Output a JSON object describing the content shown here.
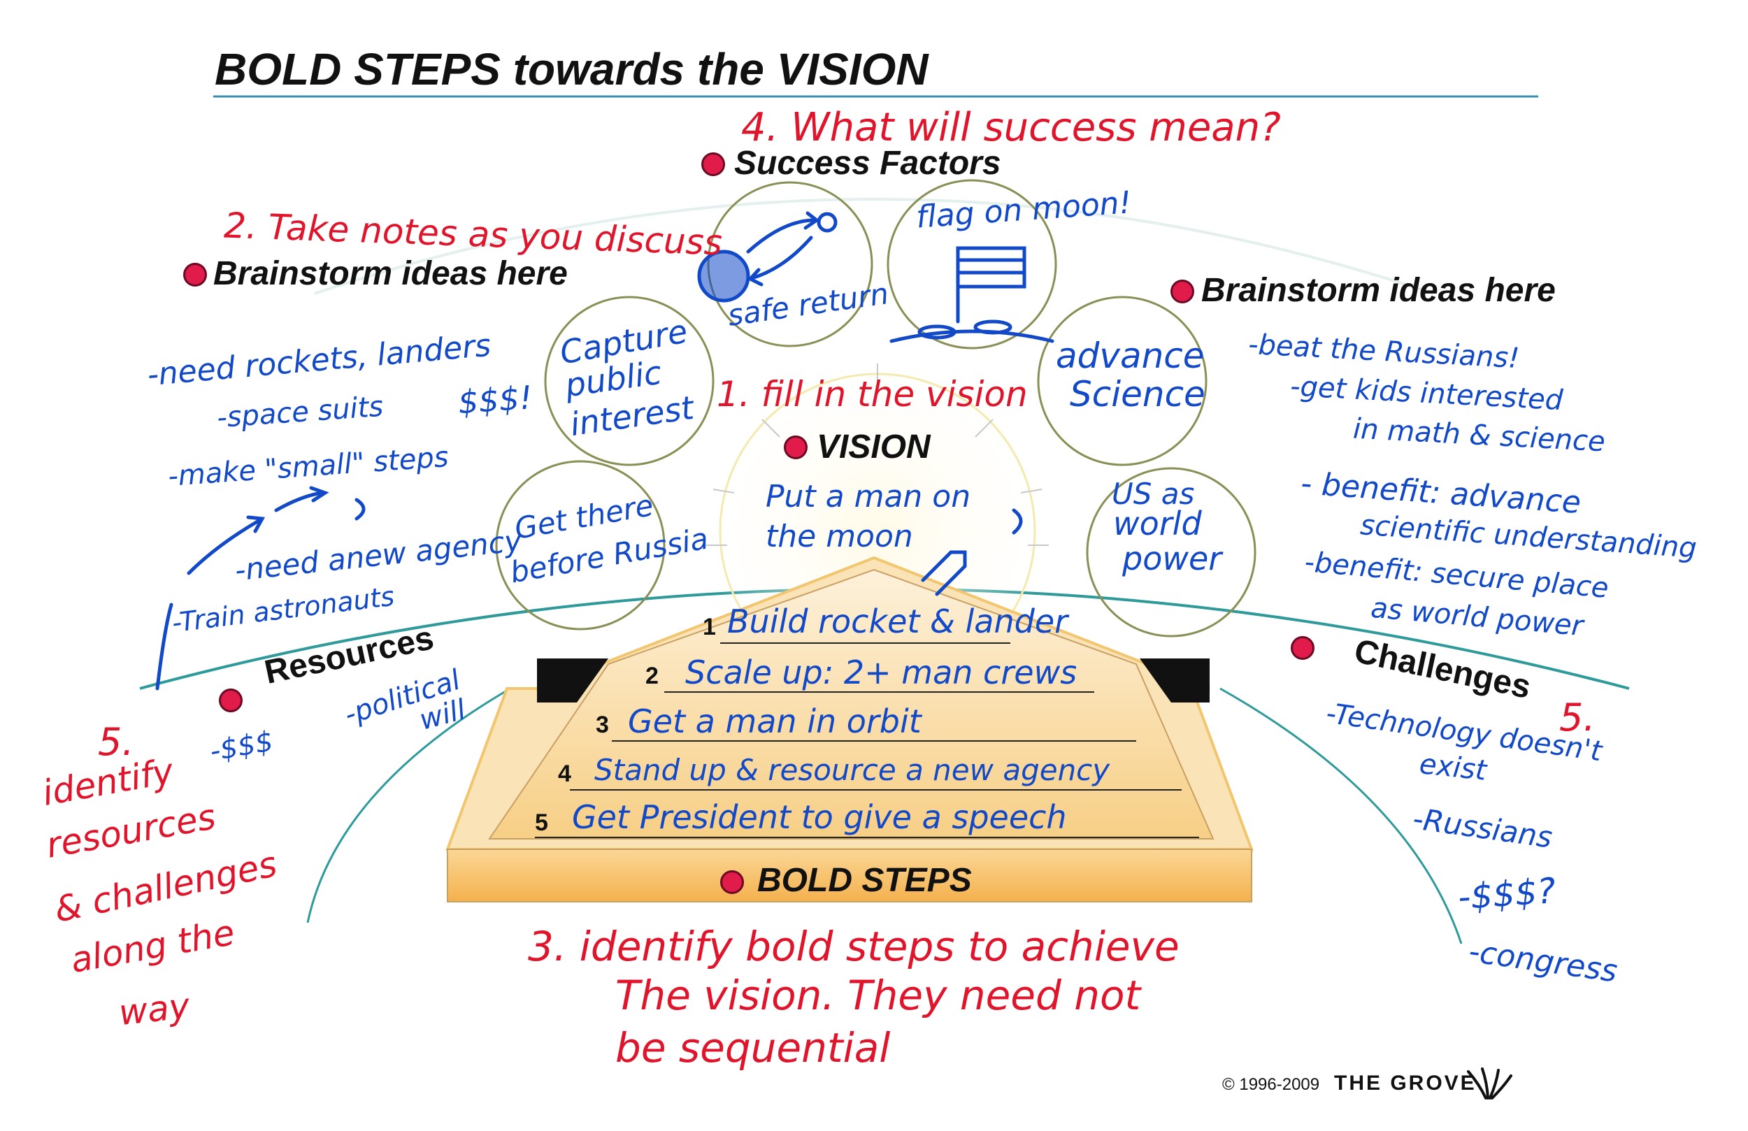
{
  "title": "BOLD STEPS towards the VISION",
  "instructions": {
    "step4": "4. What will success mean?",
    "step2": "2. Take notes as you discuss",
    "step1": "1. fill in the vision",
    "step3_line1": "3. identify bold steps to achieve",
    "step3_line2": "The vision. They need not",
    "step3_line3": "be sequential",
    "step5_left_num": "5.",
    "step5_left_l1": "identify",
    "step5_left_l2": "resources",
    "step5_left_l3": "& challenges",
    "step5_left_l4": "along the",
    "step5_left_l5": "way",
    "step5_right_num": "5."
  },
  "labels": {
    "success_factors": "Success Factors",
    "brainstorm_left": "Brainstorm ideas here",
    "brainstorm_right": "Brainstorm ideas here",
    "vision": "VISION",
    "resources": "Resources",
    "challenges": "Challenges",
    "bold_steps": "BOLD STEPS"
  },
  "circles": {
    "safe_return": "safe return",
    "flag_on_moon": "flag on moon!",
    "capture_l1": "Capture",
    "capture_l2": "public",
    "capture_l3": "interest",
    "advance_l1": "advance",
    "advance_l2": "Science",
    "russia_l1": "Get there",
    "russia_l2": "before Russia",
    "world_l1": "US as",
    "world_l2": "world",
    "world_l3": "power"
  },
  "vision_text": {
    "line1": "Put a man on",
    "line2": "the moon"
  },
  "brainstorm_left_notes": [
    "-need rockets, landers",
    "-space suits",
    "$$$!",
    "-make \"small\" steps",
    "-need anew agency",
    "-Train astronauts"
  ],
  "brainstorm_right_notes": [
    "-beat the Russians!",
    "-get kids interested",
    "in math & science",
    "- benefit: advance",
    "scientific understanding",
    "-benefit: secure place",
    "as world power"
  ],
  "resources_notes": {
    "money": "-$$$",
    "will_l1": "-political",
    "will_l2": "will"
  },
  "challenges_notes": [
    "-Technology doesn't",
    "exist",
    "-Russians",
    "-$$$?",
    "-congress"
  ],
  "steps": [
    {
      "n": "1",
      "text": "Build rocket & lander"
    },
    {
      "n": "2",
      "text": "Scale up: 2+ man crews"
    },
    {
      "n": "3",
      "text": "Get a man in orbit"
    },
    {
      "n": "4",
      "text": "Stand up & resource a new agency"
    },
    {
      "n": "5",
      "text": "Get President to give a speech"
    }
  ],
  "footer": {
    "copyright": "© 1996-2009",
    "brand": "THE GROVE"
  },
  "colors": {
    "marker_blue": "#1249c8",
    "marker_red": "#e0142b",
    "dot_red": "#e11b4a",
    "arrow_fill": "#fbe3b8",
    "arrow_glow": "#f6c36a",
    "arc_teal": "#3aa0a0",
    "circle_olive": "#8a8f55"
  }
}
